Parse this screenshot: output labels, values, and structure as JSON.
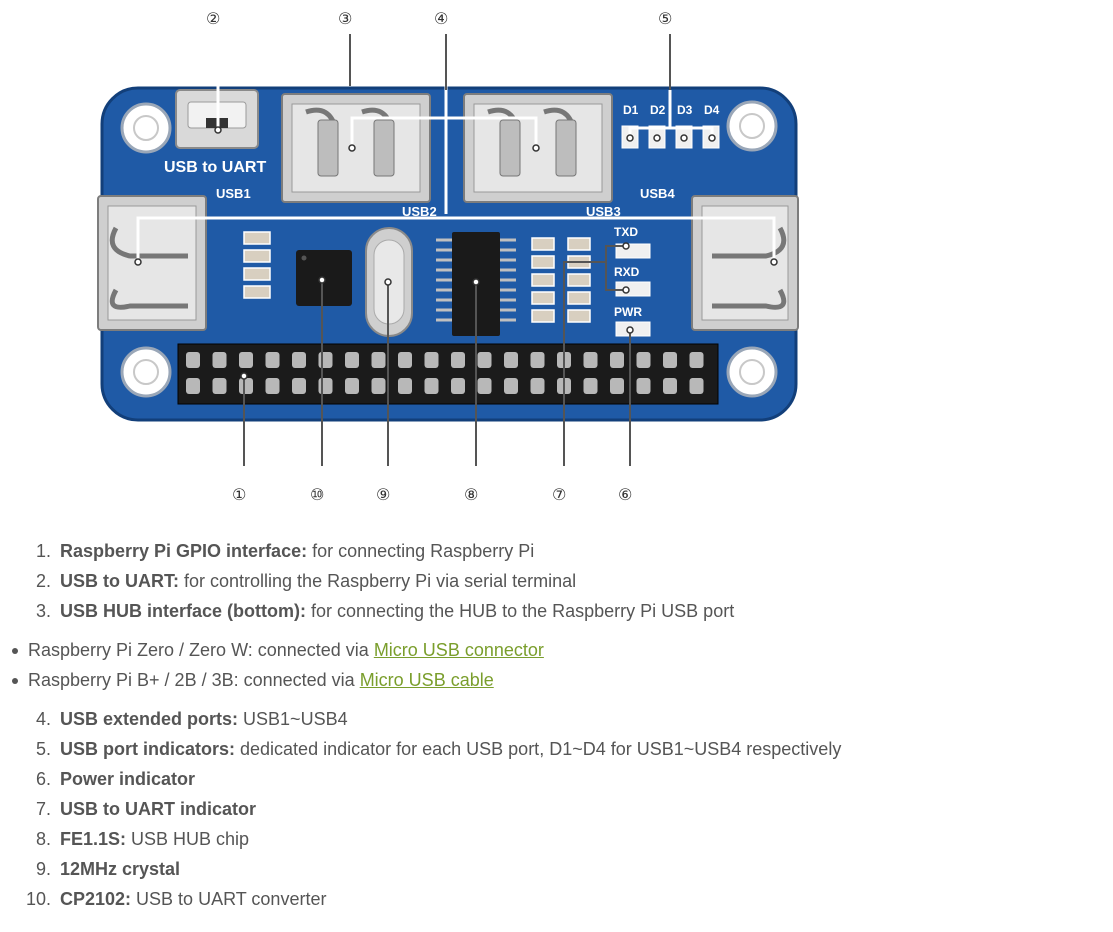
{
  "figure": {
    "callouts": [
      "①",
      "②",
      "③",
      "④",
      "⑤",
      "⑥",
      "⑦",
      "⑧",
      "⑨",
      "⑩"
    ],
    "board_labels": {
      "usb_to_uart": "USB to UART",
      "usb1": "USB1",
      "usb2": "USB2",
      "usb3": "USB3",
      "usb4": "USB4",
      "d1": "D1",
      "d2": "D2",
      "d3": "D3",
      "d4": "D4",
      "txd": "TXD",
      "rxd": "RXD",
      "pwr": "PWR"
    },
    "colors": {
      "pcb": "#1f5aa6",
      "pcb_dark": "#123f7a",
      "silkscreen": "#ffffff",
      "metal": "#c7c7c7"
    }
  },
  "items": [
    {
      "num": "1.",
      "bold": "Raspberry Pi GPIO interface:",
      "text": " for connecting Raspberry Pi"
    },
    {
      "num": "2.",
      "bold": "USB to UART:",
      "text": " for controlling the Raspberry Pi via serial terminal"
    },
    {
      "num": "3.",
      "bold": "USB HUB interface (bottom):",
      "text": " for connecting the HUB to the Raspberry Pi USB port"
    },
    {
      "num": "4.",
      "bold": "USB extended ports:",
      "text": " USB1~USB4"
    },
    {
      "num": "5.",
      "bold": "USB port indicators:",
      "text": " dedicated indicator for each USB port, D1~D4 for USB1~USB4 respectively"
    },
    {
      "num": "6.",
      "bold": "Power indicator",
      "text": ""
    },
    {
      "num": "7.",
      "bold": "USB to UART indicator",
      "text": ""
    },
    {
      "num": "8.",
      "bold": "FE1.1S:",
      "text": " USB HUB chip"
    },
    {
      "num": "9.",
      "bold": "12MHz crystal",
      "text": ""
    },
    {
      "num": "10.",
      "bold": "CP2102:",
      "text": " USB to UART converter"
    }
  ],
  "subitems": [
    {
      "text": "Raspberry Pi Zero / Zero W: connected via ",
      "link": "Micro USB connector"
    },
    {
      "text": "Raspberry Pi B+ / 2B / 3B: connected via ",
      "link": "Micro USB cable"
    }
  ]
}
